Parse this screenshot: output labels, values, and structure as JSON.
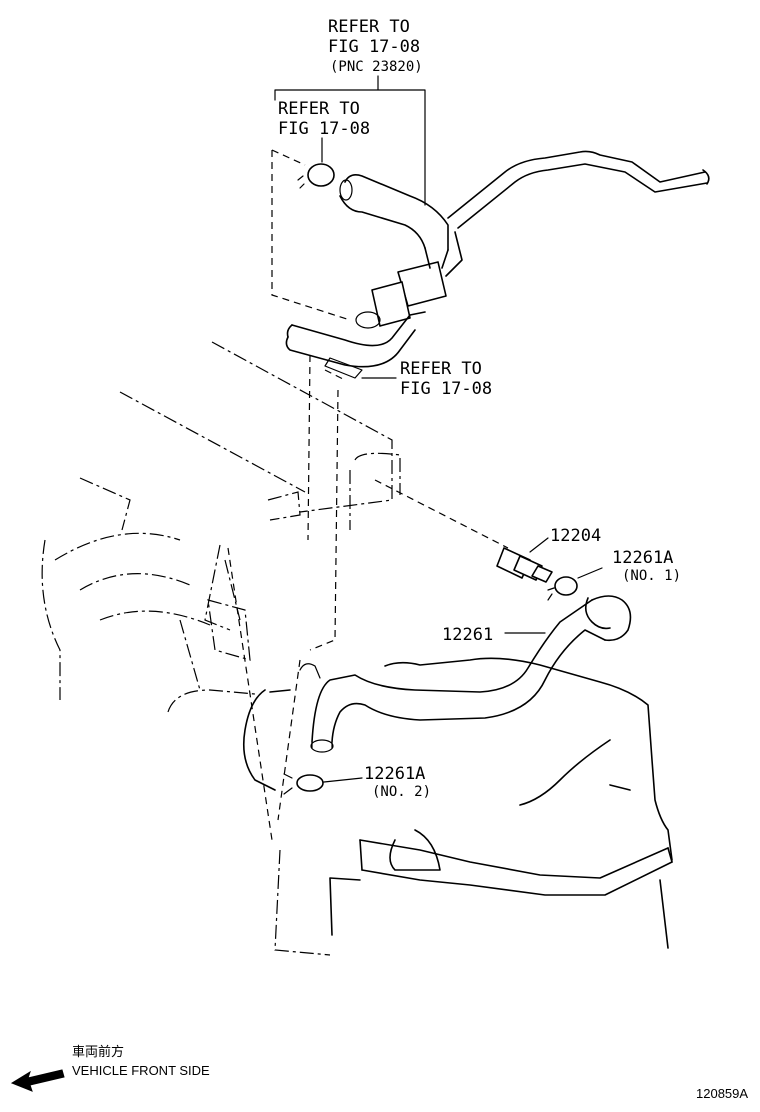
{
  "labels": {
    "top_ref_line1": "REFER TO",
    "top_ref_line2": "FIG 17-08",
    "top_ref_line3": "(PNC 23820)",
    "mid_ref_line1": "REFER TO",
    "mid_ref_line2": "FIG 17-08",
    "low_ref_line1": "REFER TO",
    "low_ref_line2": "FIG 17-08"
  },
  "parts": {
    "valve": {
      "number": "12204"
    },
    "clamp_no1": {
      "number": "12261A",
      "note": "(NO. 1)"
    },
    "hose": {
      "number": "12261"
    },
    "clamp_no2": {
      "number": "12261A",
      "note": "(NO. 2)"
    }
  },
  "footer": {
    "front_jp": "車両前方",
    "front_en": "VEHICLE FRONT SIDE",
    "diagram_id": "120859A"
  },
  "icons": [
    "arrow-left-icon"
  ],
  "colors": {
    "line": "#000000",
    "background": "#ffffff"
  }
}
